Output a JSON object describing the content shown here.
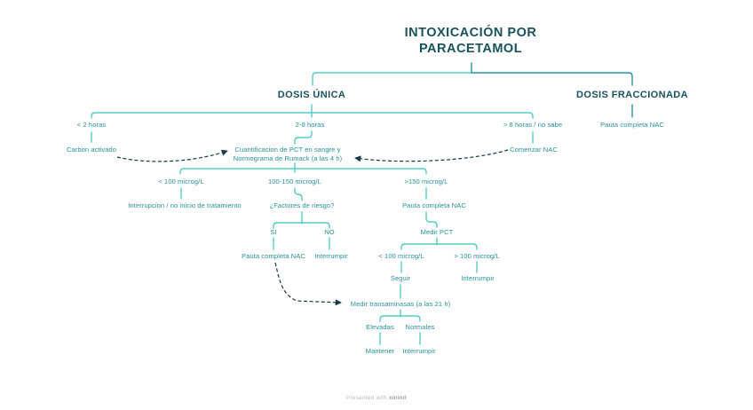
{
  "colors": {
    "line_light": "#55cdc4",
    "line_dark": "#2a95a1",
    "text_teal": "#258f9a",
    "text_dark": "#19525c",
    "arrow_dashed": "#173b46",
    "footer_gray": "#b4bdc0"
  },
  "flowchart": {
    "title": "INTOXICACIÓN POR PARACETAMOL",
    "dosis_unica": {
      "label": "DOSIS ÚNICA",
      "lt2h": {
        "label": "< 2 horas",
        "carbon": "Carbon activado"
      },
      "h28": {
        "label": "2-8 horas",
        "cuantificacion": {
          "line1": "Cuantificacion de PCT en sangre y",
          "line2": "Normograma de Rumack (a las 4 h)"
        },
        "lt100": {
          "label": "< 100 microg/L",
          "accion": "Interrupcion / no inicio de tratamiento"
        },
        "mid": {
          "label": "100-150 microg/L",
          "factores": "¿Factores de riesgo?",
          "si": {
            "label": "SI",
            "accion": "Pauta completa NAC"
          },
          "no": {
            "label": "NO",
            "accion": "Interrumpir"
          }
        },
        "gt150": {
          "label": ">150 microg/L",
          "pauta": "Pauta completa NAC",
          "medir_pct": "Medir PCT",
          "lt100": {
            "label": "< 100 microg/L",
            "accion": "Seguir"
          },
          "gt100": {
            "label": "> 100 microg/L",
            "accion": "Interrumpir"
          }
        },
        "transaminasas": {
          "label": "Medir transaminasas (a las 21 h)",
          "elevadas": {
            "label": "Elevadas",
            "accion": "Mantener"
          },
          "normales": {
            "label": "Normales",
            "accion": "Interrumpir"
          }
        }
      },
      "gt8h": {
        "label": "> 8 horas / no sabe",
        "accion": "Comenzar NAC"
      }
    },
    "dosis_fraccionada": {
      "label": "DOSIS FRACCIONADA",
      "accion": "Pauta completa NAC"
    }
  },
  "footer": {
    "text": "Presented with",
    "brand": "xmind"
  }
}
